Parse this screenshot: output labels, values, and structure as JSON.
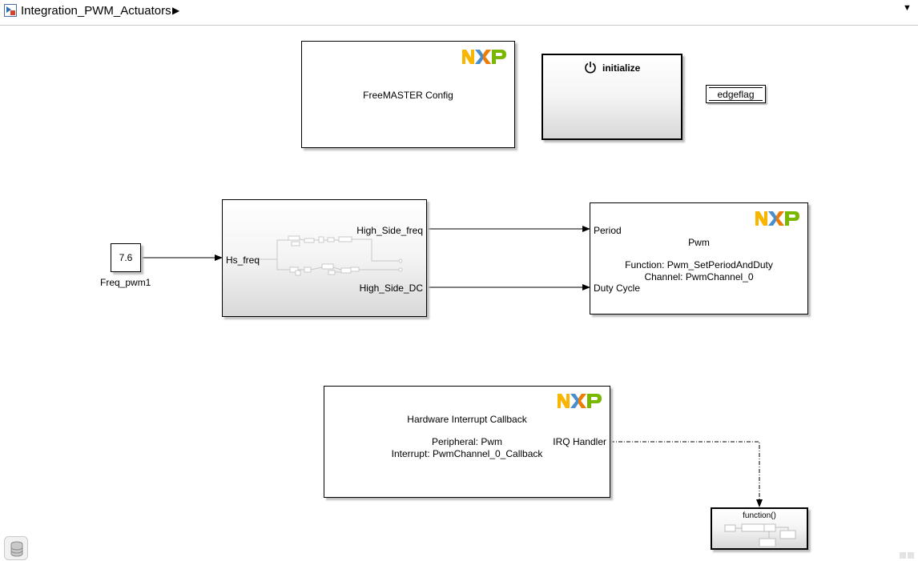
{
  "header": {
    "model_name": "Integration_PWM_Actuators",
    "breadcrumb_arrow": "▶",
    "dropdown_arrow": "▼"
  },
  "blocks": {
    "freemaster": {
      "label": "FreeMASTER Config",
      "logo": "NXP"
    },
    "initialize": {
      "label": "initialize"
    },
    "edgeflag": {
      "label": "edgeflag"
    },
    "constant": {
      "value": "7.6",
      "name": "Freq_pwm1"
    },
    "subsystem": {
      "in_port": "Hs_freq",
      "out_port_1": "High_Side_freq",
      "out_port_2": "High_Side_DC"
    },
    "pwm": {
      "title": "Pwm",
      "function": "Function: Pwm_SetPeriodAndDuty",
      "channel": "Channel: PwmChannel_0",
      "in_port_1": "Period",
      "in_port_2": "Duty Cycle",
      "logo": "NXP"
    },
    "hw_interrupt": {
      "title": "Hardware Interrupt Callback",
      "peripheral": "Peripheral: Pwm",
      "interrupt": "Interrupt: PwmChannel_0_Callback",
      "out_port": "IRQ Handler",
      "logo": "NXP"
    },
    "function_call": {
      "label": "function()"
    }
  },
  "colors": {
    "nxp_n": "#f9b500",
    "nxp_x_left": "#4a8fcd",
    "nxp_x_right": "#f07d00",
    "nxp_p": "#7ab800"
  }
}
